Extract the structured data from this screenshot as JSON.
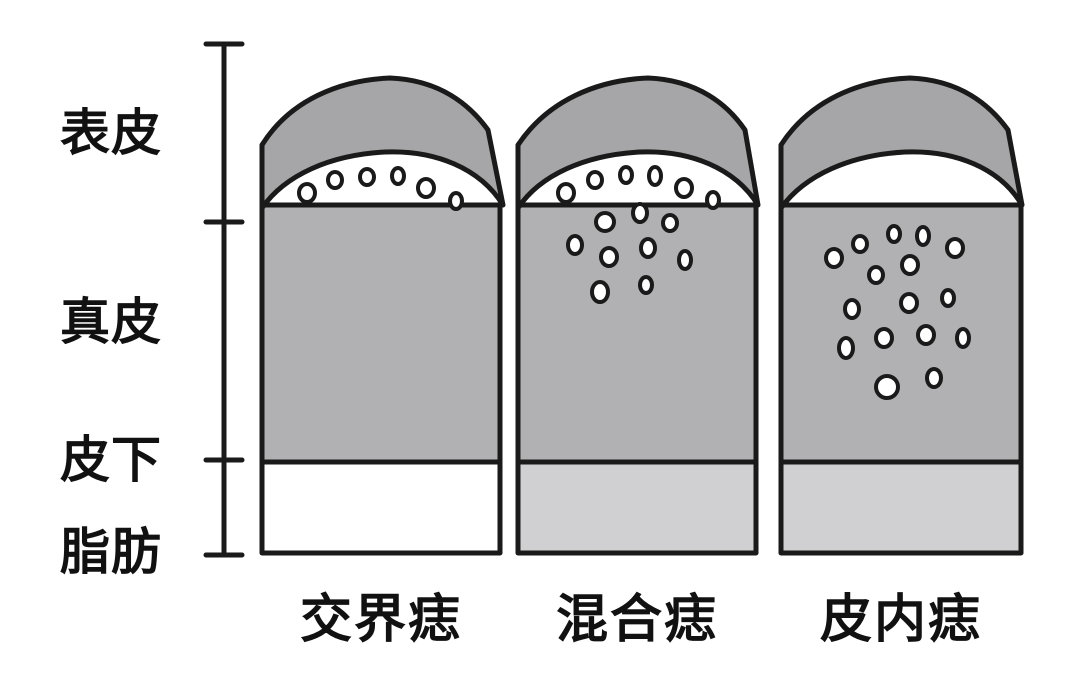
{
  "layers": {
    "epidermis": "表皮",
    "dermis": "真皮",
    "subcutaneous_fat": [
      "皮下",
      "脂肪"
    ]
  },
  "nevus_types": [
    "交界痣",
    "混合痣",
    "皮内痣"
  ],
  "colors": {
    "epidermis_fill": "#a6a6a8",
    "dermis_fill": "#b1b1b3",
    "fat_fill_first": "#ffffff",
    "fat_fill_other": "#d0d0d2",
    "outline": "#1a1a1a",
    "cell_fill": "#ffffff"
  }
}
